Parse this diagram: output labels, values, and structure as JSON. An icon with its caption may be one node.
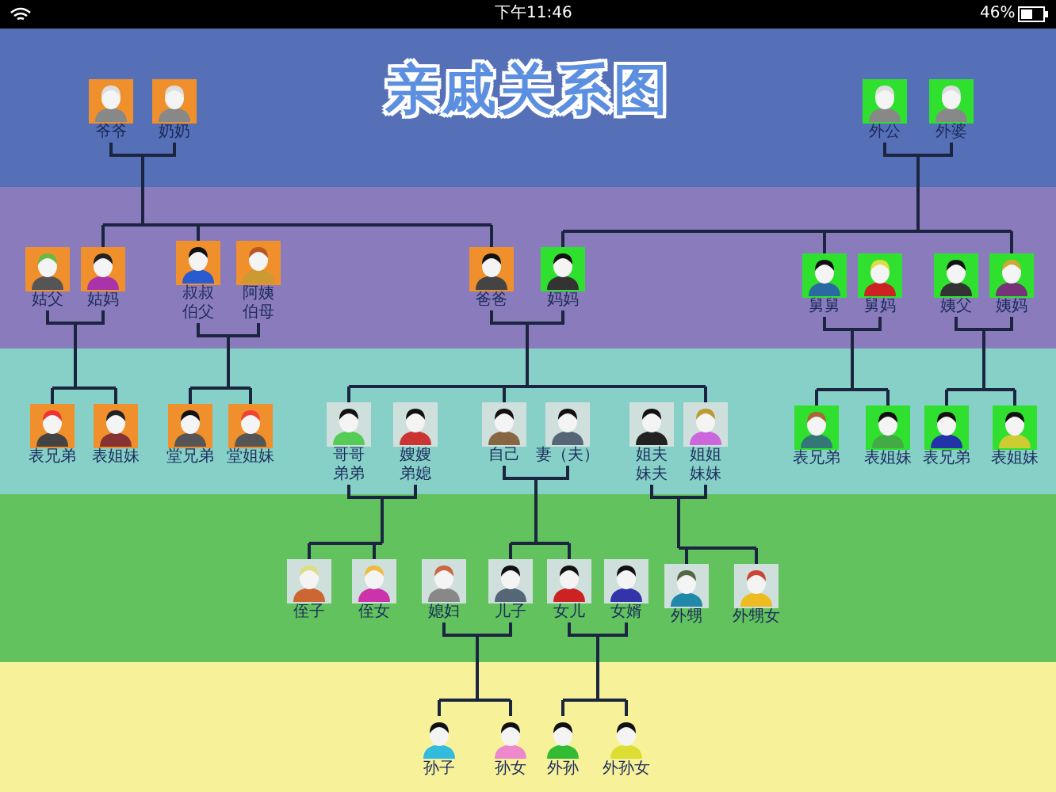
{
  "diagram": {
    "title": "亲戚关系图",
    "nodes": [
      {
        "text": [
          "爷爷"
        ]
      },
      {
        "text": [
          "奶奶"
        ]
      },
      {
        "text": [
          "外公"
        ]
      },
      {
        "text": [
          "外婆"
        ]
      },
      {
        "text": [
          "姑父"
        ]
      },
      {
        "text": [
          "姑妈"
        ]
      },
      {
        "text": [
          "叔叔",
          "伯父"
        ]
      },
      {
        "text": [
          "阿姨",
          "伯母"
        ]
      },
      {
        "text": [
          "爸爸"
        ]
      },
      {
        "text": [
          "妈妈"
        ]
      },
      {
        "text": [
          "舅舅"
        ]
      },
      {
        "text": [
          "舅妈"
        ]
      },
      {
        "text": [
          "姨父"
        ]
      },
      {
        "text": [
          "姨妈"
        ]
      },
      {
        "text": [
          "表兄弟"
        ]
      },
      {
        "text": [
          "表姐妹"
        ]
      },
      {
        "text": [
          "堂兄弟"
        ]
      },
      {
        "text": [
          "堂姐妹"
        ]
      },
      {
        "text": [
          "哥哥",
          "弟弟"
        ]
      },
      {
        "text": [
          "嫂嫂",
          "弟媳"
        ]
      },
      {
        "text": [
          "自己"
        ]
      },
      {
        "text": [
          "妻（夫）"
        ]
      },
      {
        "text": [
          "姐夫",
          "妹夫"
        ]
      },
      {
        "text": [
          "姐姐",
          "妹妹"
        ]
      },
      {
        "text": [
          "表兄弟"
        ]
      },
      {
        "text": [
          "表姐妹"
        ]
      },
      {
        "text": [
          "表兄弟"
        ]
      },
      {
        "text": [
          "表姐妹"
        ]
      },
      {
        "text": [
          "侄子"
        ]
      },
      {
        "text": [
          "侄女"
        ]
      },
      {
        "text": [
          "媳妇"
        ]
      },
      {
        "text": [
          "儿子"
        ]
      },
      {
        "text": [
          "女儿"
        ]
      },
      {
        "text": [
          "女婿"
        ]
      },
      {
        "text": [
          "外甥"
        ]
      },
      {
        "text": [
          "外甥女"
        ]
      },
      {
        "text": [
          "孙子"
        ]
      },
      {
        "text": [
          "孙女"
        ]
      },
      {
        "text": [
          "外孙"
        ]
      },
      {
        "text": [
          "外孙女"
        ]
      }
    ],
    "edges": [
      {
        "from": 0,
        "to": 5,
        "arrow": "none"
      },
      {
        "from": 1,
        "to": 5,
        "arrow": "none"
      },
      {
        "from": 0,
        "to": 6,
        "arrow": "none"
      },
      {
        "from": 1,
        "to": 6,
        "arrow": "none"
      },
      {
        "from": 0,
        "to": 8,
        "arrow": "none"
      },
      {
        "from": 1,
        "to": 8,
        "arrow": "none"
      },
      {
        "from": 2,
        "to": 9,
        "arrow": "none"
      },
      {
        "from": 3,
        "to": 9,
        "arrow": "none"
      },
      {
        "from": 2,
        "to": 10,
        "arrow": "none"
      },
      {
        "from": 3,
        "to": 10,
        "arrow": "none"
      },
      {
        "from": 2,
        "to": 13,
        "arrow": "none"
      },
      {
        "from": 3,
        "to": 13,
        "arrow": "none"
      },
      {
        "from": 4,
        "to": 14,
        "arrow": "none"
      },
      {
        "from": 5,
        "to": 14,
        "arrow": "none"
      },
      {
        "from": 4,
        "to": 15,
        "arrow": "none"
      },
      {
        "from": 5,
        "to": 15,
        "arrow": "none"
      },
      {
        "from": 6,
        "to": 16,
        "arrow": "none"
      },
      {
        "from": 7,
        "to": 16,
        "arrow": "none"
      },
      {
        "from": 6,
        "to": 17,
        "arrow": "none"
      },
      {
        "from": 7,
        "to": 17,
        "arrow": "none"
      },
      {
        "from": 8,
        "to": 18,
        "arrow": "none"
      },
      {
        "from": 9,
        "to": 18,
        "arrow": "none"
      },
      {
        "from": 8,
        "to": 20,
        "arrow": "none"
      },
      {
        "from": 9,
        "to": 20,
        "arrow": "none"
      },
      {
        "from": 8,
        "to": 23,
        "arrow": "none"
      },
      {
        "from": 9,
        "to": 23,
        "arrow": "none"
      },
      {
        "from": 10,
        "to": 24,
        "arrow": "none"
      },
      {
        "from": 11,
        "to": 24,
        "arrow": "none"
      },
      {
        "from": 10,
        "to": 25,
        "arrow": "none"
      },
      {
        "from": 11,
        "to": 25,
        "arrow": "none"
      },
      {
        "from": 12,
        "to": 26,
        "arrow": "none"
      },
      {
        "from": 13,
        "to": 26,
        "arrow": "none"
      },
      {
        "from": 12,
        "to": 27,
        "arrow": "none"
      },
      {
        "from": 13,
        "to": 27,
        "arrow": "none"
      },
      {
        "from": 18,
        "to": 28,
        "arrow": "none"
      },
      {
        "from": 19,
        "to": 28,
        "arrow": "none"
      },
      {
        "from": 18,
        "to": 29,
        "arrow": "none"
      },
      {
        "from": 19,
        "to": 29,
        "arrow": "none"
      },
      {
        "from": 20,
        "to": 31,
        "arrow": "none"
      },
      {
        "from": 21,
        "to": 31,
        "arrow": "none"
      },
      {
        "from": 20,
        "to": 32,
        "arrow": "none"
      },
      {
        "from": 21,
        "to": 32,
        "arrow": "none"
      },
      {
        "from": 22,
        "to": 34,
        "arrow": "none"
      },
      {
        "from": 23,
        "to": 34,
        "arrow": "none"
      },
      {
        "from": 22,
        "to": 35,
        "arrow": "none"
      },
      {
        "from": 23,
        "to": 35,
        "arrow": "none"
      },
      {
        "from": 30,
        "to": 36,
        "arrow": "none"
      },
      {
        "from": 31,
        "to": 36,
        "arrow": "none"
      },
      {
        "from": 30,
        "to": 37,
        "arrow": "none"
      },
      {
        "from": 31,
        "to": 37,
        "arrow": "none"
      },
      {
        "from": 32,
        "to": 38,
        "arrow": "none"
      },
      {
        "from": 33,
        "to": 38,
        "arrow": "none"
      },
      {
        "from": 32,
        "to": 39,
        "arrow": "none"
      },
      {
        "from": 33,
        "to": 39,
        "arrow": "none"
      }
    ],
    "labels": [
      "下午11:46",
      "46%"
    ]
  }
}
